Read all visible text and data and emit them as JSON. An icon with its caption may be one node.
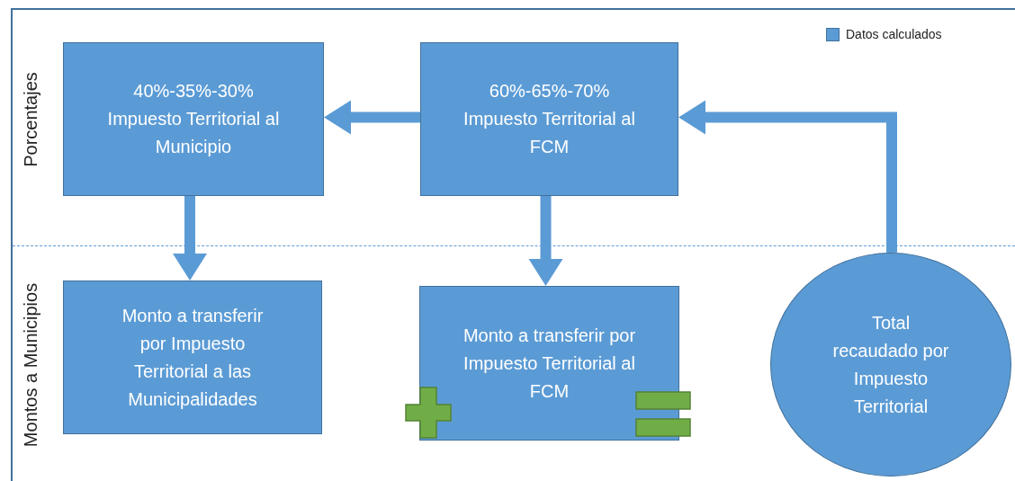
{
  "diagram": {
    "nodes": [
      {
        "text": [
          "40%-35%-30%",
          "Impuesto Territorial al Municipio"
        ]
      },
      {
        "text": [
          "60%-65%-70%",
          "Impuesto Territorial al FCM"
        ]
      },
      {
        "text": [
          "Monto a transferir por Impuesto Territorial a las Municipalidades"
        ]
      },
      {
        "text": [
          "Monto a transferir por Impuesto Territorial al FCM"
        ]
      },
      {
        "text": [
          "Total recaudado por Impuesto Territorial"
        ]
      }
    ],
    "edges": [
      {
        "from": 1,
        "to": 0,
        "arrow": "to"
      },
      {
        "from": 0,
        "to": 2,
        "arrow": "to"
      },
      {
        "from": 1,
        "to": 3,
        "arrow": "to"
      },
      {
        "from": 4,
        "to": 1,
        "arrow": "to"
      }
    ],
    "labels": [
      "Porcentajes",
      "Montos a Municipios"
    ],
    "legend": [
      {
        "text": "Datos calculados",
        "color": "#5b9bd5"
      }
    ]
  }
}
